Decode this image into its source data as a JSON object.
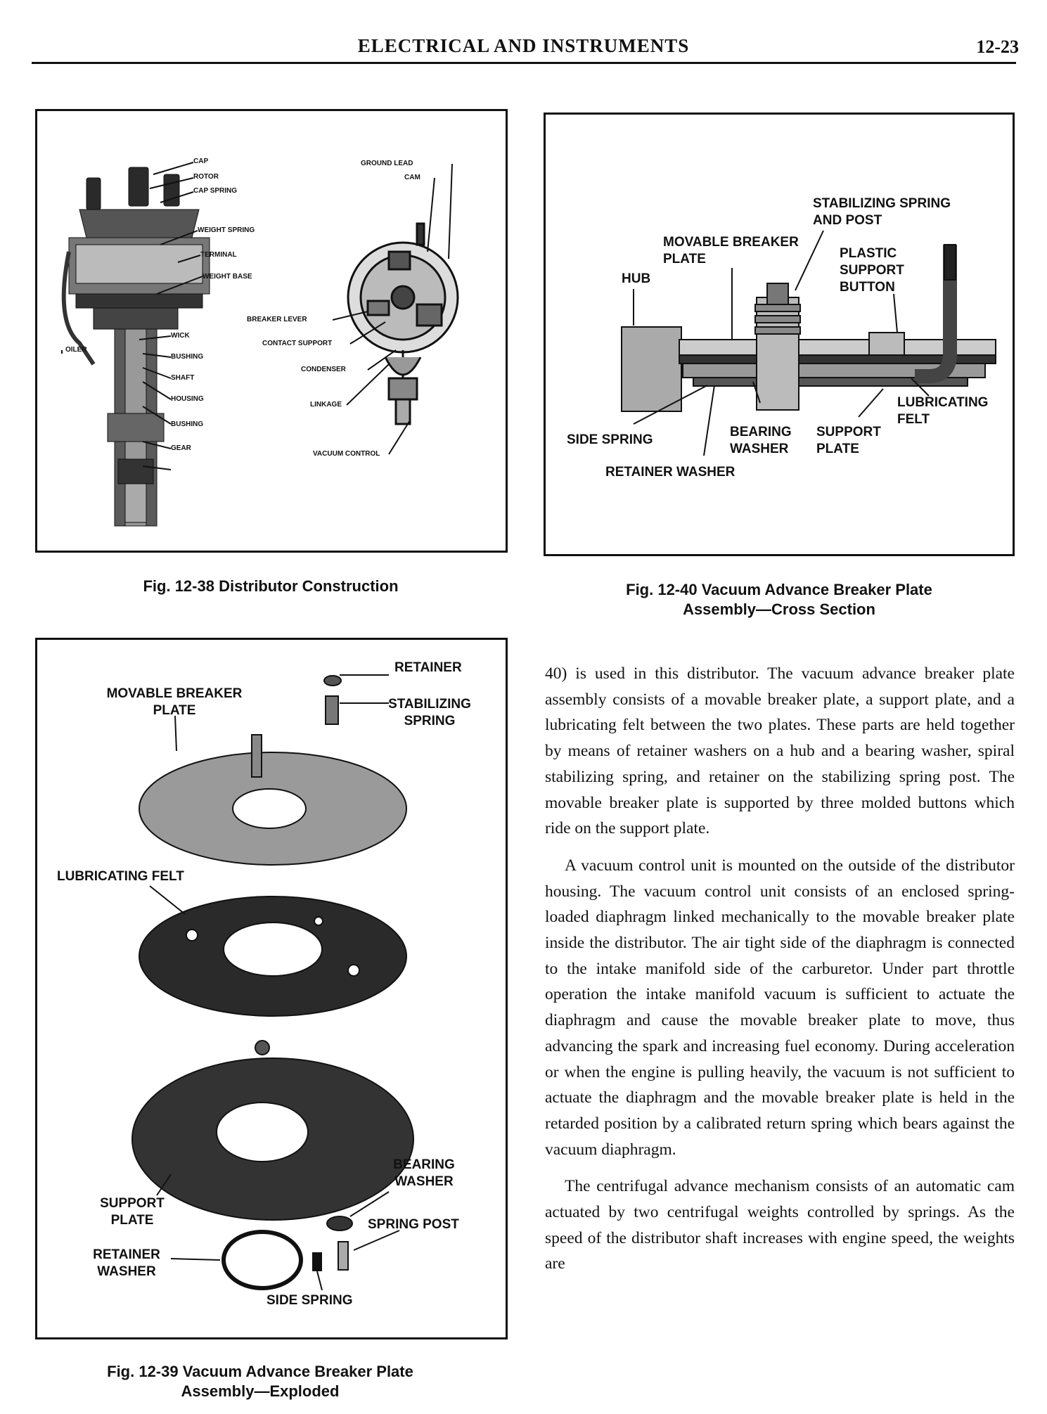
{
  "header": {
    "title": "ELECTRICAL AND INSTRUMENTS",
    "page": "12-23"
  },
  "fig38": {
    "caption": "Fig. 12-38    Distributor Construction",
    "labels": {
      "cap": "CAP",
      "rotor": "ROTOR",
      "cap_spring": "CAP SPRING",
      "weight_spring": "WEIGHT SPRING",
      "terminal": "TERMINAL",
      "weight_base": "WEIGHT BASE",
      "oiler": "OILER",
      "wick": "WICK",
      "bushing1": "BUSHING",
      "shaft": "SHAFT",
      "housing": "HOUSING",
      "bushing2": "BUSHING",
      "gear": "GEAR",
      "ground_lead": "GROUND LEAD",
      "cam": "CAM",
      "breaker_lever": "BREAKER LEVER",
      "contact_support": "CONTACT SUPPORT",
      "condenser": "CONDENSER",
      "linkage": "LINKAGE",
      "vacuum_control": "VACUUM CONTROL"
    }
  },
  "fig40": {
    "caption_line1": "Fig. 12-40    Vacuum Advance Breaker Plate",
    "caption_line2": "Assembly—Cross Section",
    "labels": {
      "stab_line1": "STABILIZING SPRING",
      "stab_line2": "AND POST",
      "movable_line1": "MOVABLE BREAKER",
      "movable_line2": "PLATE",
      "plastic_line1": "PLASTIC",
      "plastic_line2": "SUPPORT",
      "plastic_line3": "BUTTON",
      "hub": "HUB",
      "lub_line1": "LUBRICATING",
      "lub_line2": "FELT",
      "side_spring": "SIDE SPRING",
      "bearing_line1": "BEARING",
      "bearing_line2": "WASHER",
      "support_line1": "SUPPORT",
      "support_line2": "PLATE",
      "retainer_washer": "RETAINER WASHER"
    }
  },
  "fig39": {
    "caption_line1": "Fig. 12-39    Vacuum Advance Breaker Plate",
    "caption_line2": "Assembly—Exploded",
    "labels": {
      "retainer": "RETAINER",
      "stab_line1": "STABILIZING",
      "stab_line2": "SPRING",
      "movable_line1": "MOVABLE BREAKER",
      "movable_line2": "PLATE",
      "lub_felt": "LUBRICATING FELT",
      "bearing_line1": "BEARING",
      "bearing_line2": "WASHER",
      "support_line1": "SUPPORT",
      "support_line2": "PLATE",
      "spring_post": "SPRING POST",
      "retainer_line1": "RETAINER",
      "retainer_line2": "WASHER",
      "side_spring": "SIDE SPRING"
    }
  },
  "body": {
    "p1": "40) is used in this distributor. The vacuum advance breaker plate assembly consists of a movable breaker plate, a support plate, and a lubricating felt between the two plates. These parts are held together by means of retainer washers on a hub and a bearing washer, spiral stabilizing spring, and retainer on the stabilizing spring post. The movable breaker plate is supported by three molded buttons which ride on the support plate.",
    "p2": "A vacuum control unit is mounted on the outside of the distributor housing. The vacuum control unit consists of an enclosed spring-loaded diaphragm linked mechanically to the movable breaker plate inside the distributor. The air tight side of the diaphragm is connected to the intake manifold side of the carburetor. Under part throttle operation the intake manifold vacuum is sufficient to actuate the diaphragm and cause the movable breaker plate to move, thus advancing the spark and increasing fuel economy. During acceleration or when the engine is pulling heavily, the vacuum is not sufficient to actuate the diaphragm and the movable breaker plate is held in the retarded position by a calibrated return spring which bears against the vacuum diaphragm.",
    "p3": "The centrifugal advance mechanism consists of an automatic cam actuated by two centrifugal weights controlled by springs. As the speed of the distributor shaft increases with engine speed, the weights are"
  }
}
